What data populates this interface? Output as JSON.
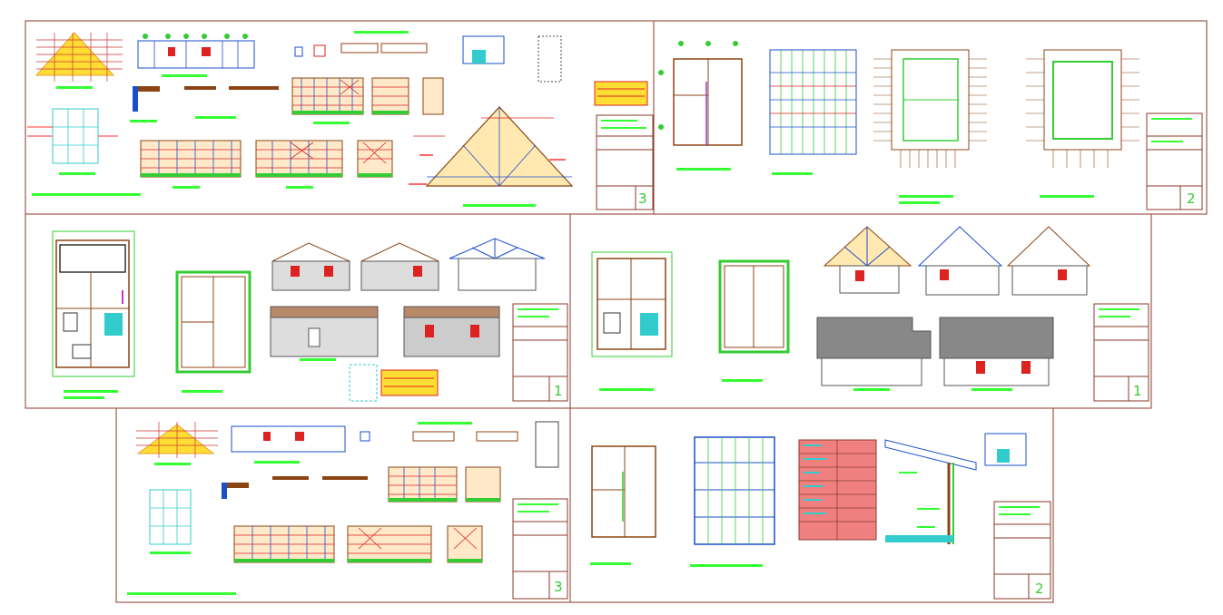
{
  "drawing": {
    "sheets": [
      {
        "id": "sheet-3-top",
        "number": "3"
      },
      {
        "id": "sheet-2-top",
        "number": "2"
      },
      {
        "id": "sheet-1-left",
        "number": "1"
      },
      {
        "id": "sheet-1-right",
        "number": "1"
      },
      {
        "id": "sheet-3-bottom",
        "number": "3"
      },
      {
        "id": "sheet-2-bottom",
        "number": "2"
      }
    ],
    "colors": {
      "background": "#ffffff",
      "sheet_border": "#8b3a2a",
      "label_green": "#33ff33",
      "wall_brown": "#8b4513",
      "roof_orange": "#e8a030",
      "roof_yellow": "#ffdd33",
      "window_red": "#dd2222",
      "dimension_green": "#33cc33",
      "dimension_blue": "#1a4fcc",
      "tile_salmon": "#f08080",
      "roof_grey": "#888888",
      "cyan_frame": "#33cccc",
      "red_lines": "#ff3333"
    }
  }
}
